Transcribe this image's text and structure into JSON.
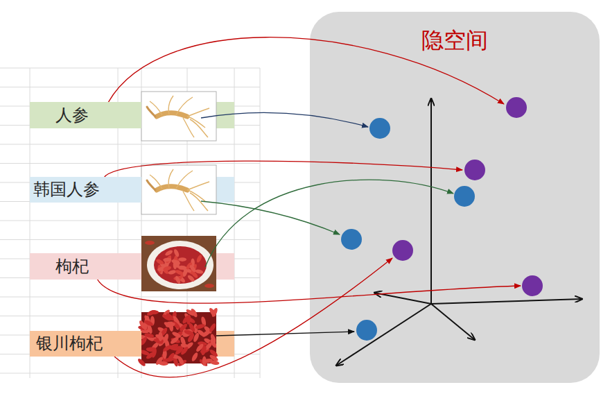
{
  "diagram": {
    "nodes": [
      {
        "text": [
          "隐空间"
        ]
      },
      {
        "text": [
          "人参"
        ]
      },
      {
        "text": [
          "韩国人参"
        ]
      },
      {
        "text": [
          "枸杞"
        ]
      },
      {
        "text": [
          "银川枸杞"
        ]
      }
    ]
  }
}
